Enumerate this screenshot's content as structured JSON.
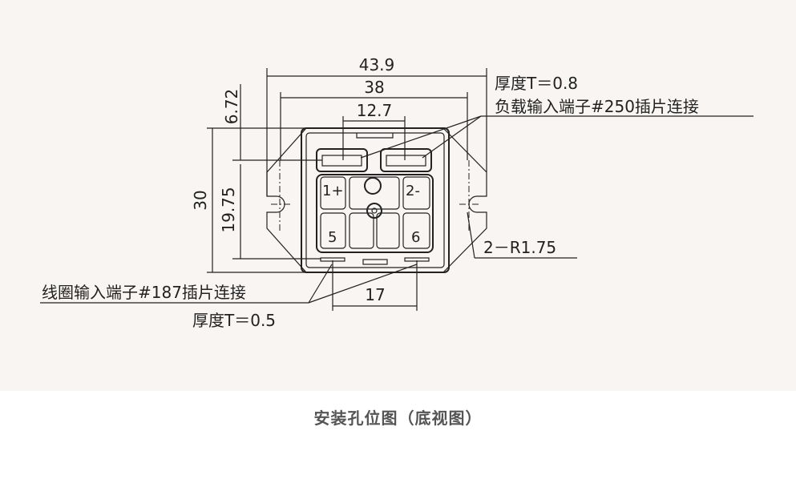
{
  "dimensions": {
    "overall_width": "43.9",
    "hole_spacing": "38",
    "tab_spacing": "12.7",
    "top_offset": "6.72",
    "height": "30",
    "coil_offset": "19.75",
    "coil_spacing": "17"
  },
  "annotations": {
    "load_thickness": "厚度T＝0.8",
    "load_terminal": "负载输入端子#250插片连接",
    "coil_terminal": "线圈输入端子#187插片连接",
    "coil_thickness": "厚度T＝0.5",
    "hole_radius": "2－R1.75"
  },
  "terminals": {
    "t1": "1+",
    "t2": "2-",
    "t5": "5",
    "t6": "6"
  },
  "caption": "安装孔位图（底视图）"
}
